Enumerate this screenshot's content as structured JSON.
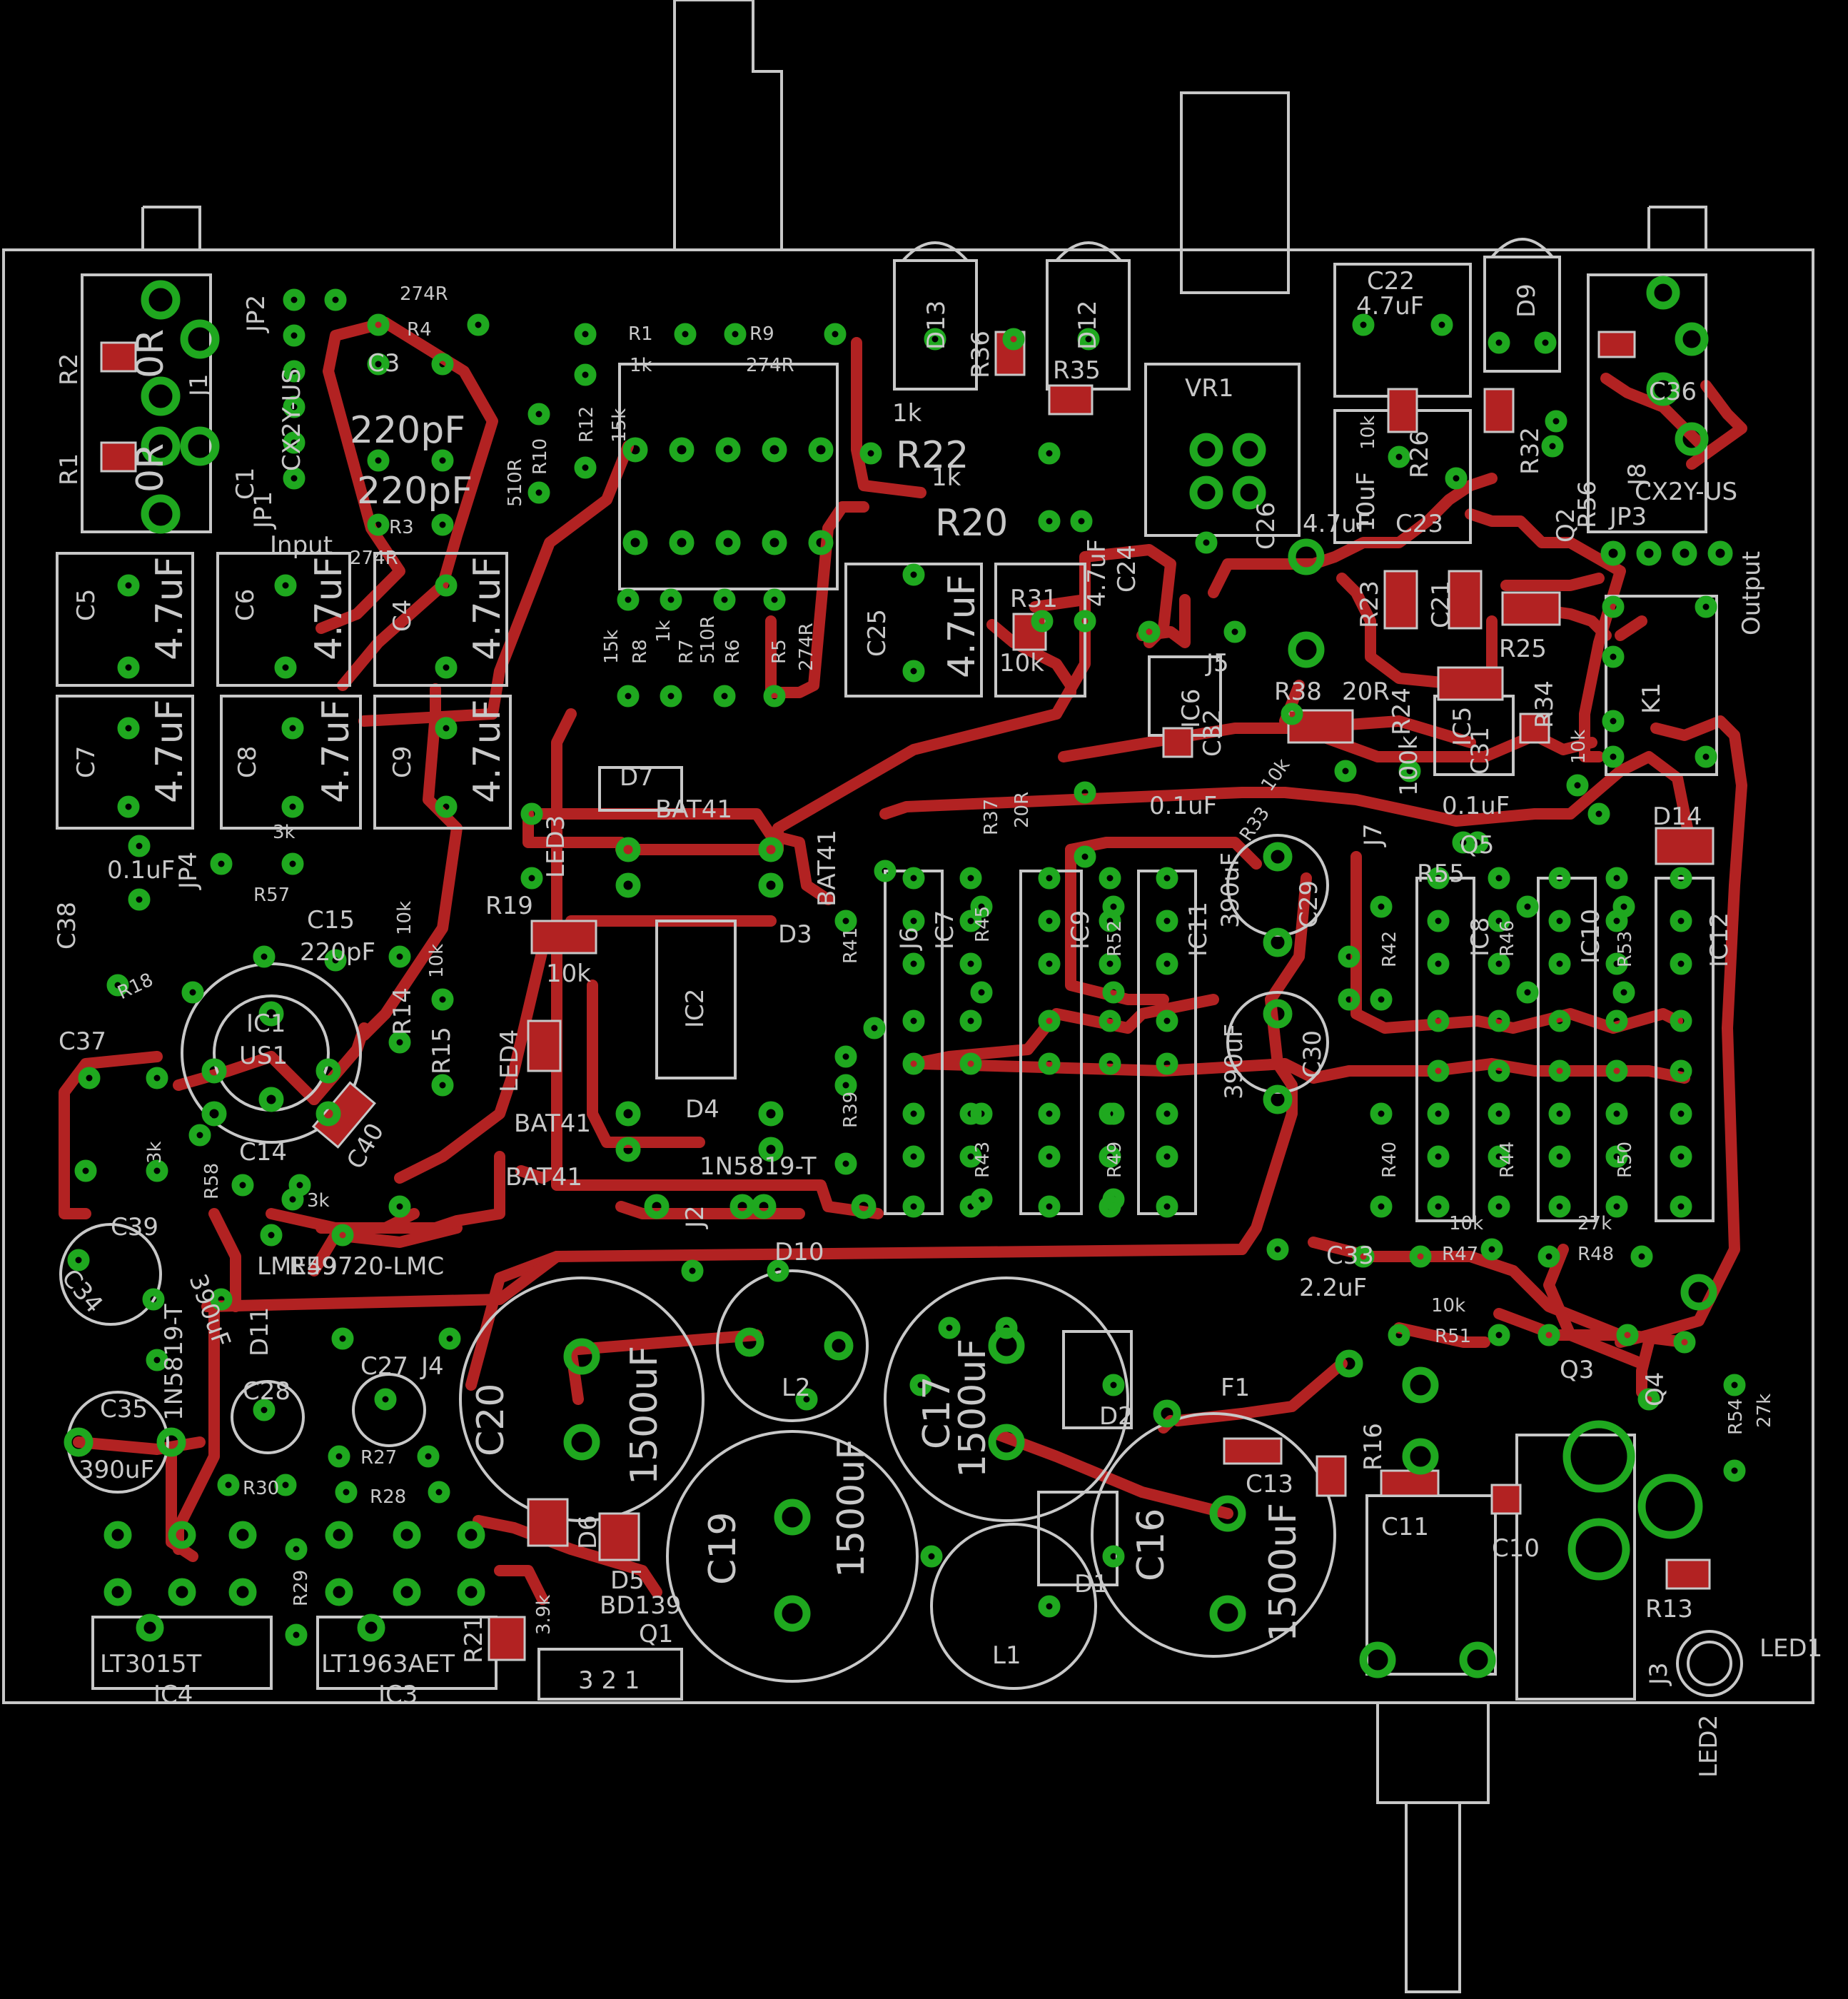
{
  "board": {
    "background": "#000000",
    "trace_color": "#b22222",
    "outline_color": "#c8c8c8",
    "pad_color": "#1fa81f"
  },
  "labels": [
    {
      "id": "R2",
      "text": "R2"
    },
    {
      "id": "R2v",
      "text": "0R"
    },
    {
      "id": "J1",
      "text": "J1"
    },
    {
      "id": "R1",
      "text": "R1"
    },
    {
      "id": "R1v",
      "text": "0R"
    },
    {
      "id": "C1",
      "text": "C1"
    },
    {
      "id": "JP2",
      "text": "JP2"
    },
    {
      "id": "R4n",
      "text": "R4"
    },
    {
      "id": "R4v",
      "text": "274R"
    },
    {
      "id": "C3",
      "text": "C3"
    },
    {
      "id": "C3v",
      "text": "220pF"
    },
    {
      "id": "C2v",
      "text": "220pF"
    },
    {
      "id": "R3n",
      "text": "R3"
    },
    {
      "id": "R3v",
      "text": "274R"
    },
    {
      "id": "input",
      "text": "Input"
    },
    {
      "id": "CX2Y",
      "text": "CX2Y-US"
    },
    {
      "id": "JP1",
      "text": "JP1"
    },
    {
      "id": "C5",
      "text": "C5"
    },
    {
      "id": "C5v",
      "text": "4.7uF"
    },
    {
      "id": "C6",
      "text": "C6"
    },
    {
      "id": "C6v",
      "text": "4.7uF"
    },
    {
      "id": "C4",
      "text": "C4"
    },
    {
      "id": "C4v",
      "text": "4.7uF"
    },
    {
      "id": "C7",
      "text": "C7"
    },
    {
      "id": "C7v",
      "text": "4.7uF"
    },
    {
      "id": "C8",
      "text": "C8"
    },
    {
      "id": "C8v",
      "text": "4.7uF"
    },
    {
      "id": "C9",
      "text": "C9"
    },
    {
      "id": "C9v",
      "text": "4.7uF"
    },
    {
      "id": "R1b",
      "text": "R1"
    },
    {
      "id": "R1bv",
      "text": "1k"
    },
    {
      "id": "R9",
      "text": "R9"
    },
    {
      "id": "R9v",
      "text": "274R"
    },
    {
      "id": "R12",
      "text": "R12"
    },
    {
      "id": "R12v",
      "text": "15k"
    },
    {
      "id": "R10",
      "text": "R10"
    },
    {
      "id": "R10v",
      "text": "510R"
    },
    {
      "id": "R8",
      "text": "R8"
    },
    {
      "id": "R7",
      "text": "R7"
    },
    {
      "id": "R6",
      "text": "R6"
    },
    {
      "id": "R5",
      "text": "R5"
    },
    {
      "id": "R5v",
      "text": "274R"
    },
    {
      "id": "R8v",
      "text": "15k"
    },
    {
      "id": "R7v",
      "text": "1k"
    },
    {
      "id": "R6v",
      "text": "510R"
    },
    {
      "id": "D13",
      "text": "D13"
    },
    {
      "id": "R36",
      "text": "R36"
    },
    {
      "id": "D12",
      "text": "D12"
    },
    {
      "id": "R35",
      "text": "R35"
    },
    {
      "id": "VR1",
      "text": "VR1"
    },
    {
      "id": "C22",
      "text": "C22"
    },
    {
      "id": "C22v",
      "text": "4.7uF"
    },
    {
      "id": "D9",
      "text": "D9"
    },
    {
      "id": "C36",
      "text": "C36"
    },
    {
      "id": "R22",
      "text": "R22"
    },
    {
      "id": "R22v",
      "text": "1k"
    },
    {
      "id": "R20",
      "text": "R20"
    },
    {
      "id": "R20v",
      "text": "1k"
    },
    {
      "id": "C26",
      "text": "C26"
    },
    {
      "id": "R26",
      "text": "R26"
    },
    {
      "id": "R26v",
      "text": "10k"
    },
    {
      "id": "C23",
      "text": "C23"
    },
    {
      "id": "C23v",
      "text": "10uF"
    },
    {
      "id": "C26v",
      "text": "4.7uF"
    },
    {
      "id": "R32",
      "text": "R32"
    },
    {
      "id": "R56",
      "text": "R56"
    },
    {
      "id": "Q2",
      "text": "Q2"
    },
    {
      "id": "JP3",
      "text": "JP3"
    },
    {
      "id": "J8",
      "text": "J8"
    },
    {
      "id": "CX2Yb",
      "text": "CX2Y-US"
    },
    {
      "id": "output",
      "text": "Output"
    },
    {
      "id": "C25",
      "text": "C25"
    },
    {
      "id": "C25v",
      "text": "4.7uF"
    },
    {
      "id": "R31",
      "text": "R31"
    },
    {
      "id": "R31v",
      "text": "10k"
    },
    {
      "id": "C24",
      "text": "C24"
    },
    {
      "id": "C24v",
      "text": "4.7uF"
    },
    {
      "id": "J5",
      "text": "J5"
    },
    {
      "id": "IC6",
      "text": "IC6"
    },
    {
      "id": "C32",
      "text": "C32"
    },
    {
      "id": "C32v",
      "text": "0.1uF"
    },
    {
      "id": "R23",
      "text": "R23"
    },
    {
      "id": "C21",
      "text": "C21"
    },
    {
      "id": "R25",
      "text": "R25"
    },
    {
      "id": "R34",
      "text": "R34"
    },
    {
      "id": "K1",
      "text": "K1"
    },
    {
      "id": "R38",
      "text": "R38"
    },
    {
      "id": "R38v",
      "text": "20R"
    },
    {
      "id": "R24",
      "text": "R24"
    },
    {
      "id": "R24v",
      "text": "100k"
    },
    {
      "id": "IC5",
      "text": "IC5"
    },
    {
      "id": "C31",
      "text": "C31"
    },
    {
      "id": "C31v",
      "text": "0.1uF"
    },
    {
      "id": "R34v",
      "text": "10k"
    },
    {
      "id": "D7",
      "text": "D7"
    },
    {
      "id": "BAT41a",
      "text": "BAT41"
    },
    {
      "id": "BAT41b",
      "text": "BAT41"
    },
    {
      "id": "LED3",
      "text": "LED3"
    },
    {
      "id": "R19",
      "text": "R19"
    },
    {
      "id": "R19v",
      "text": "10k"
    },
    {
      "id": "D3",
      "text": "D3"
    },
    {
      "id": "IC2",
      "text": "IC2"
    },
    {
      "id": "LED4",
      "text": "LED4"
    },
    {
      "id": "D4",
      "text": "D4"
    },
    {
      "id": "BAT41c",
      "text": "BAT41"
    },
    {
      "id": "BAT41d",
      "text": "BAT41"
    },
    {
      "id": "1N5819T",
      "text": "1N5819-T"
    },
    {
      "id": "J2",
      "text": "J2"
    },
    {
      "id": "D10",
      "text": "D10"
    },
    {
      "id": "R37",
      "text": "R37"
    },
    {
      "id": "R37v",
      "text": "20R"
    },
    {
      "id": "R33",
      "text": "R33"
    },
    {
      "id": "R33v",
      "text": "10k"
    },
    {
      "id": "C29",
      "text": "C29"
    },
    {
      "id": "C29v",
      "text": "390uF"
    },
    {
      "id": "J7",
      "text": "J7"
    },
    {
      "id": "R55",
      "text": "R55"
    },
    {
      "id": "Q5",
      "text": "Q5"
    },
    {
      "id": "D14",
      "text": "D14"
    },
    {
      "id": "J6",
      "text": "J6"
    },
    {
      "id": "R41",
      "text": "R41"
    },
    {
      "id": "IC7",
      "text": "IC7"
    },
    {
      "id": "R45",
      "text": "R45"
    },
    {
      "id": "IC9",
      "text": "IC9"
    },
    {
      "id": "R52",
      "text": "R52"
    },
    {
      "id": "IC11",
      "text": "IC11"
    },
    {
      "id": "R42",
      "text": "R42"
    },
    {
      "id": "IC8",
      "text": "IC8"
    },
    {
      "id": "R46",
      "text": "R46"
    },
    {
      "id": "IC10",
      "text": "IC10"
    },
    {
      "id": "R53",
      "text": "R53"
    },
    {
      "id": "IC12",
      "text": "IC12"
    },
    {
      "id": "R39",
      "text": "R39"
    },
    {
      "id": "R43",
      "text": "R43"
    },
    {
      "id": "R49",
      "text": "R49"
    },
    {
      "id": "R40",
      "text": "R40"
    },
    {
      "id": "R44",
      "text": "R44"
    },
    {
      "id": "R50",
      "text": "R50"
    },
    {
      "id": "C30",
      "text": "C30"
    },
    {
      "id": "C30v",
      "text": "390uF"
    },
    {
      "id": "C33",
      "text": "C33"
    },
    {
      "id": "C33v",
      "text": "2.2uF"
    },
    {
      "id": "R47",
      "text": "R47"
    },
    {
      "id": "R47v",
      "text": "10k"
    },
    {
      "id": "R48",
      "text": "R48"
    },
    {
      "id": "R48v",
      "text": "27k"
    },
    {
      "id": "R51",
      "text": "R51"
    },
    {
      "id": "R51v",
      "text": "10k"
    },
    {
      "id": "Q3",
      "text": "Q3"
    },
    {
      "id": "Q4",
      "text": "Q4"
    },
    {
      "id": "R54",
      "text": "R54"
    },
    {
      "id": "R54v",
      "text": "27k"
    },
    {
      "id": "C38",
      "text": "C38"
    },
    {
      "id": "C38v",
      "text": "0.1uF"
    },
    {
      "id": "JP4",
      "text": "JP4"
    },
    {
      "id": "R57",
      "text": "R57"
    },
    {
      "id": "R57v",
      "text": "3k"
    },
    {
      "id": "C15",
      "text": "C15"
    },
    {
      "id": "C15v",
      "text": "220pF"
    },
    {
      "id": "R18",
      "text": "R18"
    },
    {
      "id": "IC1",
      "text": "IC1"
    },
    {
      "id": "US1",
      "text": "US1"
    },
    {
      "id": "R14",
      "text": "R14"
    },
    {
      "id": "R14v",
      "text": "10k"
    },
    {
      "id": "R15",
      "text": "R15"
    },
    {
      "id": "R15v",
      "text": "10k"
    },
    {
      "id": "C37",
      "text": "C37"
    },
    {
      "id": "C40",
      "text": "C40"
    },
    {
      "id": "C14",
      "text": "C14"
    },
    {
      "id": "R58",
      "text": "R58"
    },
    {
      "id": "R58v",
      "text": "3k"
    },
    {
      "id": "R59",
      "text": "R59"
    },
    {
      "id": "R59v",
      "text": "3k"
    },
    {
      "id": "LME",
      "text": "LME49720-LMC"
    },
    {
      "id": "C39",
      "text": "C39"
    },
    {
      "id": "C34",
      "text": "C34"
    },
    {
      "id": "C34v",
      "text": "390uF"
    },
    {
      "id": "D11",
      "text": "D11"
    },
    {
      "id": "1N5819",
      "text": "1N5819-T"
    },
    {
      "id": "C28",
      "text": "C28"
    },
    {
      "id": "C27",
      "text": "C27"
    },
    {
      "id": "J4",
      "text": "J4"
    },
    {
      "id": "C35",
      "text": "C35"
    },
    {
      "id": "C35v",
      "text": "390uF"
    },
    {
      "id": "R27",
      "text": "R27"
    },
    {
      "id": "R30",
      "text": "R30"
    },
    {
      "id": "R28",
      "text": "R28"
    },
    {
      "id": "R29",
      "text": "R29"
    },
    {
      "id": "R21",
      "text": "R21"
    },
    {
      "id": "IC4",
      "text": "IC4"
    },
    {
      "id": "LT3015T",
      "text": "LT3015T"
    },
    {
      "id": "IC3",
      "text": "IC3"
    },
    {
      "id": "LT1963",
      "text": "LT1963AET"
    },
    {
      "id": "C20",
      "text": "C20"
    },
    {
      "id": "C20v",
      "text": "1500uF"
    },
    {
      "id": "L2",
      "text": "L2"
    },
    {
      "id": "D6",
      "text": "D6"
    },
    {
      "id": "D5",
      "text": "D5"
    },
    {
      "id": "BD139",
      "text": "BD139"
    },
    {
      "id": "Q1",
      "text": "Q1"
    },
    {
      "id": "R21v",
      "text": "3.9k"
    },
    {
      "id": "C19",
      "text": "C19"
    },
    {
      "id": "C19v",
      "text": "1500uF"
    },
    {
      "id": "C17",
      "text": "C17"
    },
    {
      "id": "C17v",
      "text": "1500uF"
    },
    {
      "id": "D2",
      "text": "D2"
    },
    {
      "id": "L1",
      "text": "L1"
    },
    {
      "id": "D1",
      "text": "D1"
    },
    {
      "id": "C16",
      "text": "C16"
    },
    {
      "id": "C16v",
      "text": "1500uF"
    },
    {
      "id": "F1",
      "text": "F1"
    },
    {
      "id": "R16",
      "text": "R16"
    },
    {
      "id": "C13",
      "text": "C13"
    },
    {
      "id": "C11",
      "text": "C11"
    },
    {
      "id": "C10",
      "text": "C10"
    },
    {
      "id": "R13",
      "text": "R13"
    },
    {
      "id": "J3",
      "text": "J3"
    },
    {
      "id": "LED1",
      "text": "LED1"
    },
    {
      "id": "LED2",
      "text": "LED2"
    },
    {
      "id": "q1pins",
      "text": "3 2 1"
    }
  ]
}
